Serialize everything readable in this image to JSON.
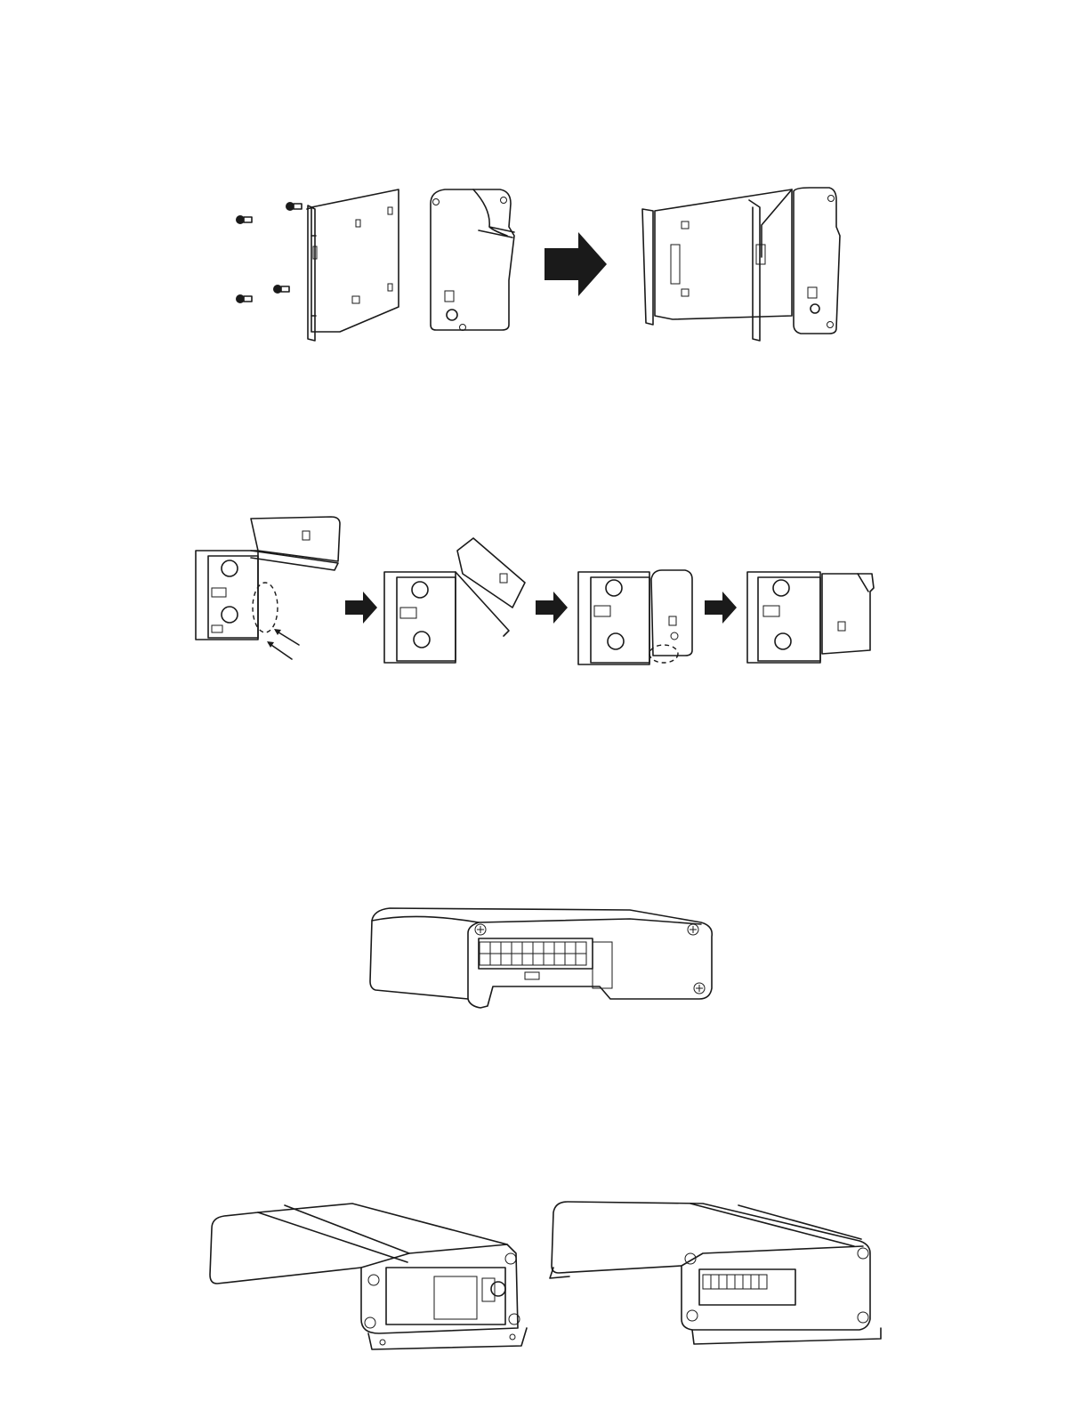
{
  "page": {
    "background": "#ffffff",
    "line_color": "#1a1a1a"
  },
  "figures": [
    {
      "id": "bracket-assembly",
      "icon": "arrow-right-icon"
    },
    {
      "id": "bracket-clip-sequence",
      "icon": "arrow-right-icon"
    },
    {
      "id": "connector-end-view"
    },
    {
      "id": "amplifier-mounted-views"
    }
  ]
}
